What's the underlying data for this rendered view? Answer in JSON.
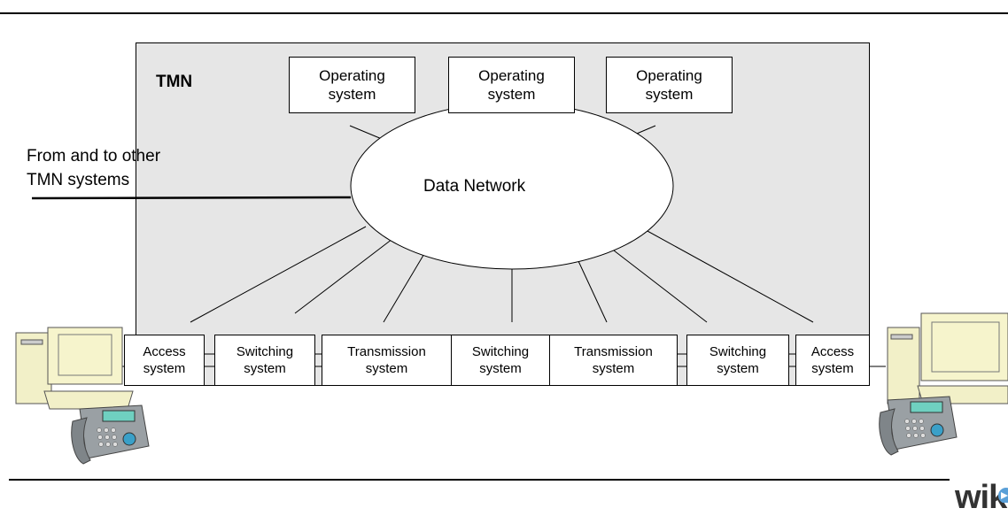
{
  "tmn_label": "TMN",
  "data_network_label": "Data Network",
  "side_label": "From and to other\nTMN systems",
  "operating_systems": [
    {
      "label": "Operating\nsystem"
    },
    {
      "label": "Operating\nsystem"
    },
    {
      "label": "Operating\nsystem"
    }
  ],
  "network_elements": [
    {
      "label": "Access\nsystem"
    },
    {
      "label": "Switching\nsystem"
    },
    {
      "label": "Transmission\nsystem"
    },
    {
      "label": "Switching\nsystem"
    },
    {
      "label": "Transmission\nsystem"
    },
    {
      "label": "Switching\nsystem"
    },
    {
      "label": "Access\nsystem"
    }
  ],
  "logo_text": "wik",
  "terminal_icons": [
    "computer-icon",
    "telephone-icon"
  ]
}
